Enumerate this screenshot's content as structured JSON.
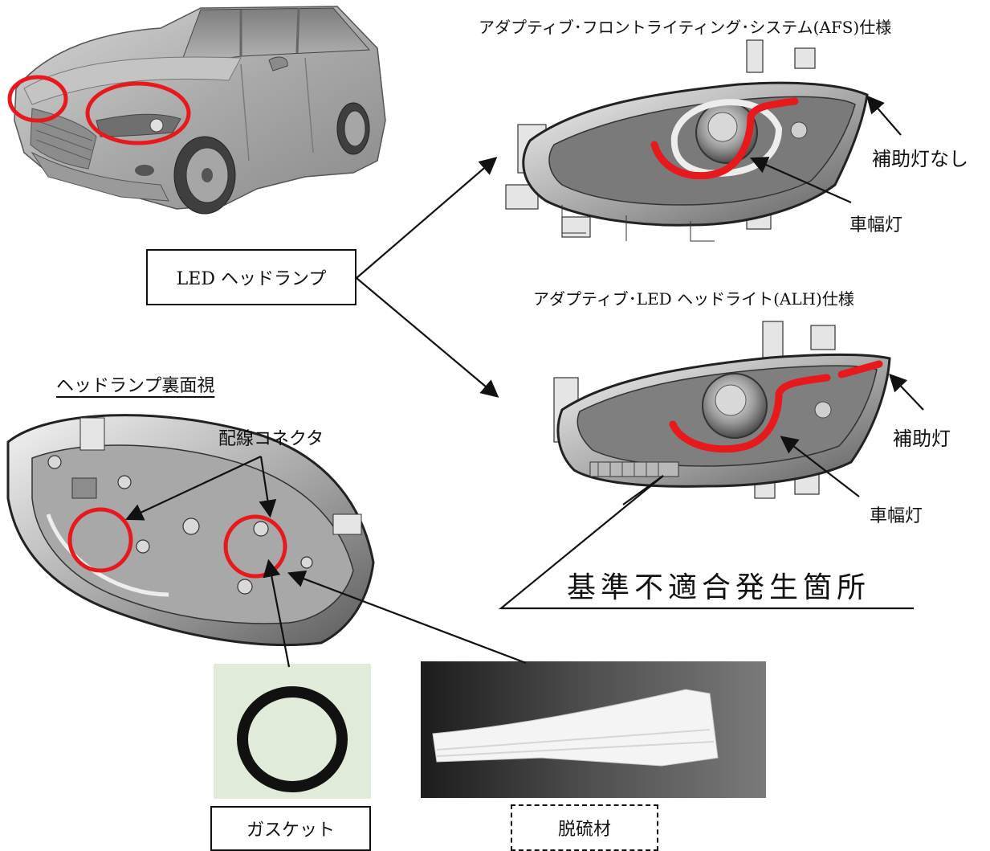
{
  "title_afs": "アダプティブ･フロントライティング･システム(AFS)仕様",
  "title_alh": "アダプティブ･LED ヘッドライト(ALH)仕様",
  "led_headlamp": "LED ヘッドランプ",
  "rear_view": "ヘッドランプ裏面視",
  "wiring_connector": "配線コネクタ",
  "no_aux_lamp": "補助灯なし",
  "aux_lamp": "補助灯",
  "width_lamp_1": "車幅灯",
  "width_lamp_2": "車幅灯",
  "nonconformance_location": "基準不適合発生箇所",
  "gasket": "ガスケット",
  "desulfurizer": "脱硫材",
  "colors": {
    "highlight": "#e8191c",
    "line": "#111111"
  }
}
